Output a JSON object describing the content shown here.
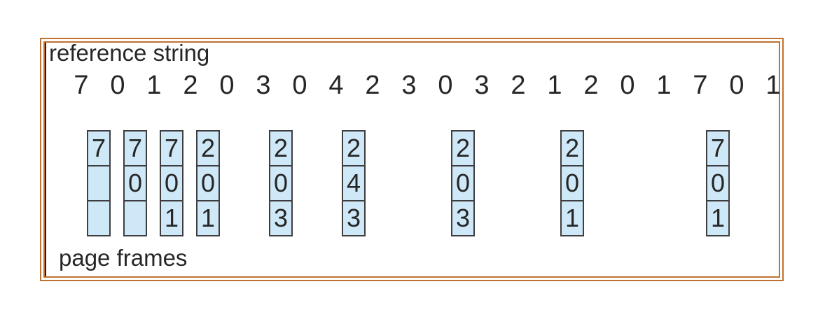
{
  "figure": {
    "reference_string_label": "reference string",
    "page_frames_label": "page frames",
    "reference_string": [
      "7",
      "0",
      "1",
      "2",
      "0",
      "3",
      "0",
      "4",
      "2",
      "3",
      "0",
      "3",
      "2",
      "1",
      "2",
      "0",
      "1",
      "7",
      "0",
      "1"
    ],
    "frame_columns": [
      {
        "at_reference_index": 0,
        "frames": [
          "7",
          "",
          ""
        ]
      },
      {
        "at_reference_index": 1,
        "frames": [
          "7",
          "0",
          ""
        ]
      },
      {
        "at_reference_index": 2,
        "frames": [
          "7",
          "0",
          "1"
        ]
      },
      {
        "at_reference_index": 3,
        "frames": [
          "2",
          "0",
          "1"
        ]
      },
      {
        "at_reference_index": 5,
        "frames": [
          "2",
          "0",
          "3"
        ]
      },
      {
        "at_reference_index": 7,
        "frames": [
          "2",
          "4",
          "3"
        ]
      },
      {
        "at_reference_index": 10,
        "frames": [
          "2",
          "0",
          "3"
        ]
      },
      {
        "at_reference_index": 13,
        "frames": [
          "2",
          "0",
          "1"
        ]
      },
      {
        "at_reference_index": 17,
        "frames": [
          "7",
          "0",
          "1"
        ]
      }
    ],
    "colors": {
      "border_orange": "#bf7231",
      "frame_fill_blue": "#cfe8f8",
      "frame_border_dark": "#3e3e40",
      "text_black": "#262626"
    }
  }
}
